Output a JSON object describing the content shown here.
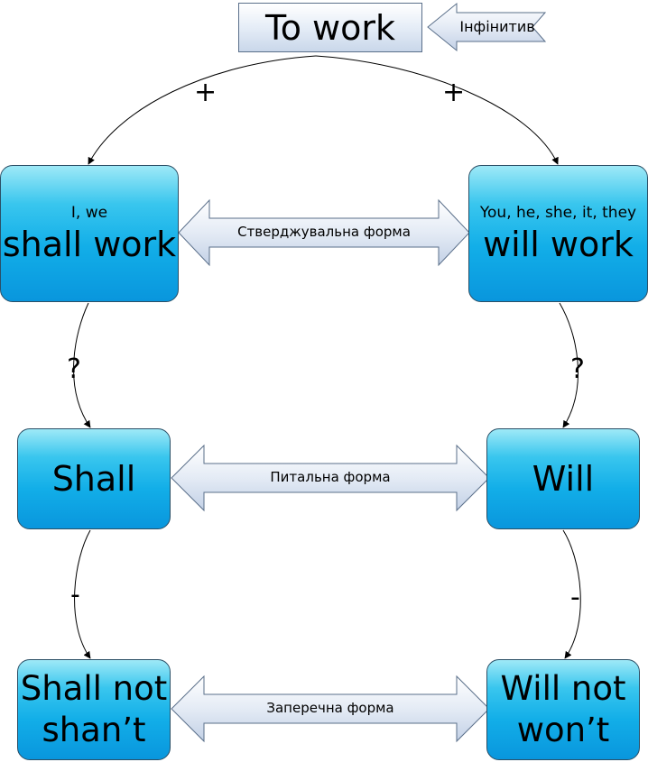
{
  "infinitive": {
    "word": "To work",
    "label": "Інфінитив"
  },
  "signs": {
    "plus": "+",
    "question": "?",
    "minus": "-"
  },
  "affirmative": {
    "left_pronouns": "I, we",
    "left_form": "shall work",
    "right_pronouns": "You, he, she, it, they",
    "right_form": "will work",
    "label": "Стверджувальна форма"
  },
  "interrogative": {
    "left_form": "Shall",
    "right_form": "Will",
    "label": "Питальна форма"
  },
  "negative": {
    "left_line1": "Shall not",
    "left_line2": "shan’t",
    "right_line1": "Will not",
    "right_line2": "won’t",
    "label": "Заперечна форма"
  },
  "colors": {
    "node_fill": "#12aee8",
    "title_fill": "#e3ebf6",
    "arrow_fill": "#d6e1f0",
    "stroke": "#4a5a70"
  }
}
